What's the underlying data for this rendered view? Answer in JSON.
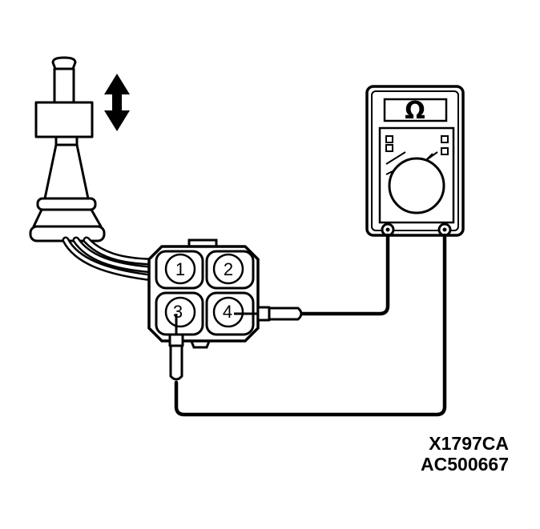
{
  "meter": {
    "unit_symbol": "Ω"
  },
  "connector": {
    "pins": [
      "1",
      "2",
      "3",
      "4"
    ]
  },
  "codes": {
    "figure_code": "X1797CA",
    "reference_code": "AC500667"
  }
}
